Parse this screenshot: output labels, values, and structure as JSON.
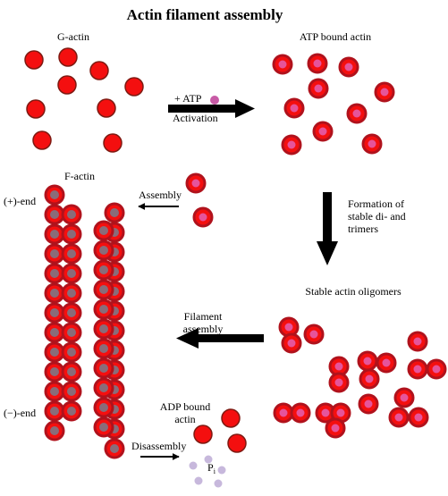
{
  "title": "Actin filament assembly",
  "labels": {
    "g_actin": "G-actin",
    "atp_bound_actin": "ATP bound actin",
    "plus_atp": "+ ATP",
    "activation": "Activation",
    "formation_line1": "Formation of",
    "formation_line2": "stable di- and",
    "formation_line3": "trimers",
    "stable_oligomers": "Stable actin oligomers",
    "filament_line1": "Filament",
    "filament_line2": "assembly",
    "f_actin": "F-actin",
    "plus_end": "(+)-end",
    "minus_end": "(−)-end",
    "assembly": "Assembly",
    "adp_line1": "ADP bound",
    "adp_line2": "actin",
    "disassembly": "Disassembly",
    "pi_main": "P",
    "pi_sub": "i"
  },
  "colors": {
    "actin_red": "#f40f0f",
    "actin_border": "#7e1a12",
    "actin_bound_ring": "#b0121c",
    "atp_pink": "#e6549a",
    "filament_gray": "#8a6c79",
    "phosphate": "#c7b8dc",
    "arrow": "#000000"
  }
}
